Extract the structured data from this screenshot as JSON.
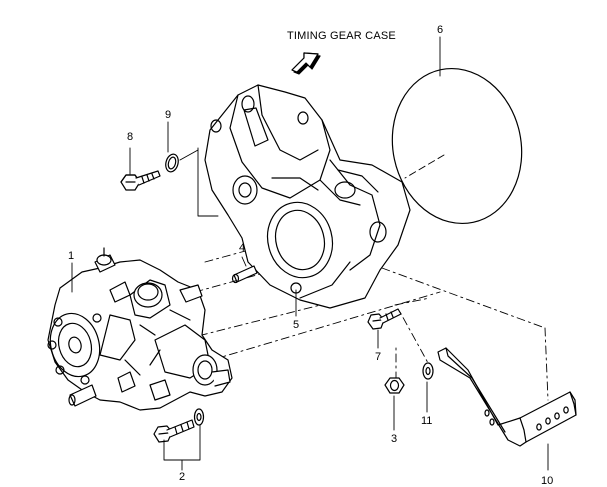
{
  "diagram": {
    "title": "TIMING GEAR CASE",
    "parts": [
      {
        "id": "1",
        "label": "1",
        "name": "pump"
      },
      {
        "id": "2",
        "label": "2",
        "name": "flange-bolt-washer"
      },
      {
        "id": "3",
        "label": "3",
        "name": "nut"
      },
      {
        "id": "4",
        "label": "4",
        "name": "dowel-pin"
      },
      {
        "id": "5",
        "label": "5",
        "name": "adapter-flange"
      },
      {
        "id": "6",
        "label": "6",
        "name": "o-ring-large"
      },
      {
        "id": "7",
        "label": "7",
        "name": "bolt"
      },
      {
        "id": "8",
        "label": "8",
        "name": "flange-bolt"
      },
      {
        "id": "9",
        "label": "9",
        "name": "o-ring-small"
      },
      {
        "id": "10",
        "label": "10",
        "name": "bracket"
      },
      {
        "id": "11",
        "label": "11",
        "name": "washer"
      }
    ]
  }
}
